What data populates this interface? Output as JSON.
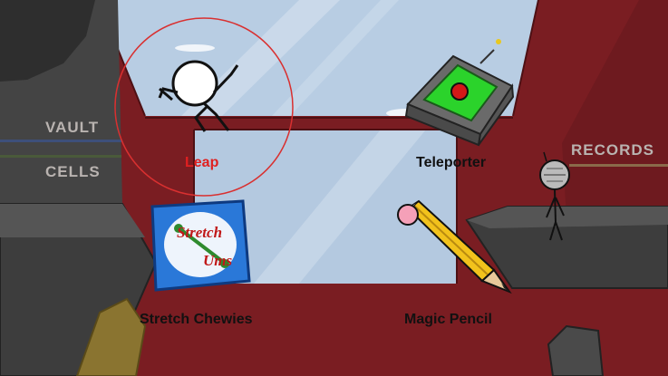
{
  "colors": {
    "wall": "#7a1d22",
    "wall_dark": "#5e1419",
    "glass": "#b6cbe2",
    "rock": "#3f3f3f",
    "selected_ring": "#d93030",
    "selected_text": "#e02020",
    "option_text": "#111111"
  },
  "signs": {
    "vault": "VAULT",
    "cells": "CELLS",
    "records": "RECORDS"
  },
  "options": [
    {
      "label": "Leap",
      "icon": "stickman-leap-icon",
      "selected": true
    },
    {
      "label": "Teleporter",
      "icon": "teleporter-device-icon",
      "selected": false
    },
    {
      "label": "Stretch Chewies",
      "icon": "stretch-chewies-bag-icon",
      "selected": false
    },
    {
      "label": "Magic Pencil",
      "icon": "magic-pencil-icon",
      "selected": false
    }
  ],
  "bag_text": {
    "line1": "Stretch",
    "line2": "Ums"
  }
}
